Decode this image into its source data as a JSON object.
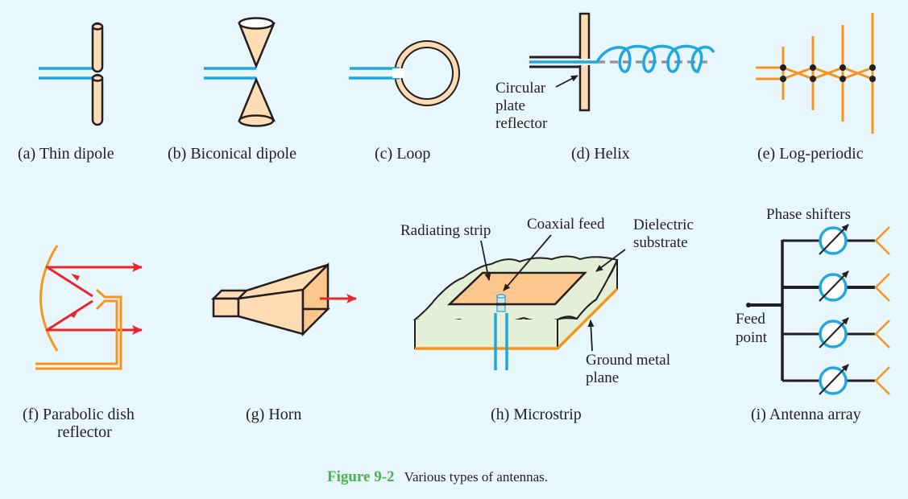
{
  "figure": {
    "number": "Figure 9-2",
    "caption": "Various types of antennas."
  },
  "panels": [
    {
      "id": "a",
      "caption": "(a)  Thin dipole",
      "icon": "thin-dipole"
    },
    {
      "id": "b",
      "caption": "(b)  Biconical dipole",
      "icon": "biconical-dipole"
    },
    {
      "id": "c",
      "caption": "(c)  Loop",
      "icon": "loop-antenna"
    },
    {
      "id": "d",
      "caption": "(d)  Helix",
      "icon": "helix-antenna",
      "labels": {
        "reflector": [
          "Circular",
          "plate",
          "reflector"
        ]
      }
    },
    {
      "id": "e",
      "caption": "(e)  Log-periodic",
      "icon": "log-periodic-antenna"
    },
    {
      "id": "f",
      "caption": [
        "(f)  Parabolic dish",
        "reflector"
      ],
      "icon": "parabolic-dish"
    },
    {
      "id": "g",
      "caption": "(g)  Horn",
      "icon": "horn-antenna"
    },
    {
      "id": "h",
      "caption": "(h)  Microstrip",
      "icon": "microstrip-antenna",
      "labels": {
        "radiating_strip": "Radiating strip",
        "coaxial_feed": "Coaxial feed",
        "dielectric": [
          "Dielectric",
          "substrate"
        ],
        "ground": [
          "Ground metal",
          "plane"
        ]
      }
    },
    {
      "id": "i",
      "caption": "(i)  Antenna array",
      "icon": "antenna-array",
      "labels": {
        "phase_shifters": "Phase shifters",
        "feed_point": [
          "Feed",
          "point"
        ]
      }
    }
  ],
  "colors": {
    "background": "#e8f6fd",
    "feed_line": "#1ea7e1",
    "metal_orange": "#f7941d",
    "peach": "#ffdcb3",
    "ray_red": "#e8262c",
    "figure_green": "#4caf50",
    "dielectric_green": "#e3efd6"
  }
}
